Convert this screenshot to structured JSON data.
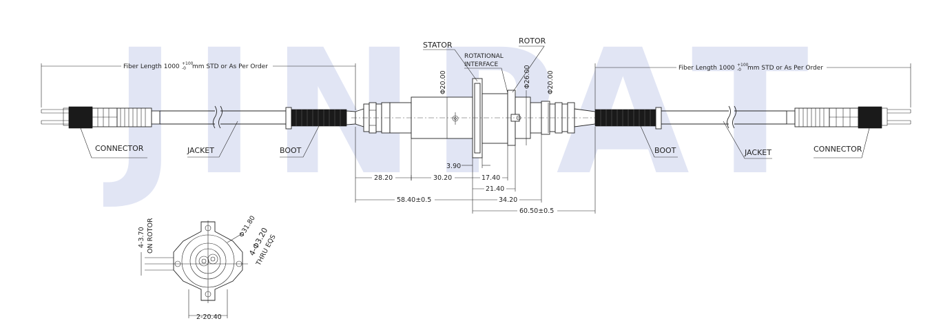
{
  "watermark": "JINPAT",
  "labels": {
    "fiber_left": "Fiber Length 1000",
    "fiber_right": "Fiber Length 1000",
    "tol_plus": "+100",
    "tol_minus": "-0",
    "fiber_suffix": "mm STD or As Per Order",
    "stator": "STATOR",
    "rotor": "ROTOR",
    "rot_interface_1": "ROTATIONAL",
    "rot_interface_2": "INTERFACE",
    "connector_left": "CONNECTOR",
    "connector_right": "CONNECTOR",
    "jacket_left": "JACKET",
    "jacket_right": "JACKET",
    "boot_left": "BOOT",
    "boot_right": "BOOT"
  },
  "dims": {
    "d1": "28.20",
    "d2": "30.20",
    "d3": "17.40",
    "d4": "21.40",
    "d5": "58.40±0.5",
    "d6": "34.20",
    "d7": "60.50±0.5",
    "d8": "3.90",
    "dia_stator": "Φ20.00",
    "dia_rotor": "Φ26.00",
    "dia_right": "Φ20.00",
    "flange_dia": "Φ31.80",
    "holes_1": "4-Φ3.20",
    "holes_2": "THRU EQS",
    "on_rotor_1": "4-3.70",
    "on_rotor_2": "ON ROTOR",
    "bottom": "2-20.40"
  },
  "colors": {
    "line": "#222222",
    "watermark": "#c9d0ec",
    "dark": "#1a1a1a"
  }
}
